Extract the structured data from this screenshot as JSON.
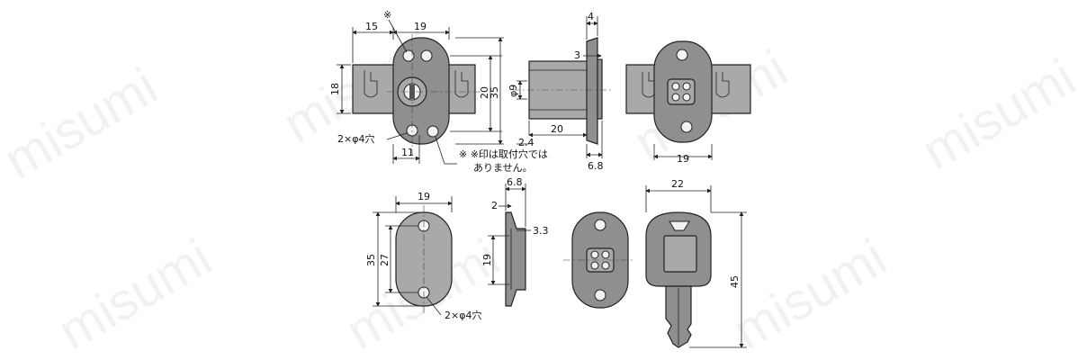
{
  "watermark": "misumi",
  "dimensions": {
    "top_front_width": "15",
    "top_front_plate": "19",
    "top_front_bracket_h": "18",
    "top_front_h20": "20",
    "top_front_h35": "35",
    "top_front_bottom": "11",
    "top_front_holes": "2×φ4穴",
    "top_side_4": "4",
    "top_side_3": "3",
    "top_side_phi9": "φ9",
    "top_side_20": "20",
    "top_side_24": "2.4",
    "top_side_68": "6.8",
    "top_back_19": "19",
    "strike_front_19": "19",
    "strike_front_35": "35",
    "strike_front_27": "27",
    "strike_front_holes": "2×φ4穴",
    "strike_side_68": "6.8",
    "strike_side_2": "2",
    "strike_side_33": "3.3",
    "strike_side_19": "19",
    "key_22": "22",
    "key_45": "45"
  },
  "notes": {
    "mark": "※",
    "note_line1": "※ ※印は取付穴では",
    "note_line2": "ありません。"
  }
}
